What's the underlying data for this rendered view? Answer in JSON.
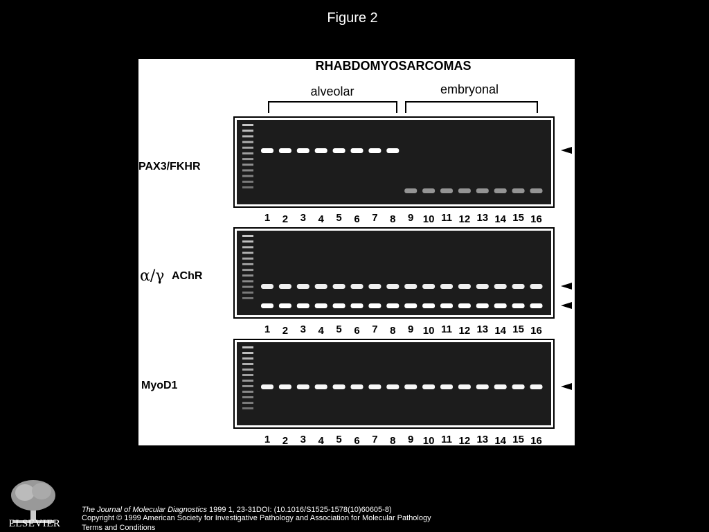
{
  "figure_title": "Figure 2",
  "figure": {
    "heading": "RHABDOMYOSARCOMAS",
    "groups": [
      {
        "label": "alveolar",
        "lanes": [
          1,
          8
        ]
      },
      {
        "label": "embryonal",
        "lanes": [
          9,
          16
        ]
      }
    ],
    "lane_labels": [
      "1",
      "2",
      "3",
      "4",
      "5",
      "6",
      "7",
      "8",
      "9",
      "10",
      "11",
      "12",
      "13",
      "14",
      "15",
      "16"
    ],
    "gels": [
      {
        "label": "PAX3/FKHR",
        "bands": [
          {
            "lanes": [
              1,
              2,
              3,
              4,
              5,
              6,
              7,
              8
            ],
            "intensity": 1.0,
            "arrow": true
          },
          {
            "lanes": [
              9,
              10,
              11,
              12,
              13,
              14,
              15,
              16
            ],
            "intensity": 0.35,
            "arrow": false
          }
        ]
      },
      {
        "greek": "α/γ",
        "label": "AChR",
        "bands": [
          {
            "lanes": [
              1,
              2,
              3,
              4,
              5,
              6,
              7,
              8,
              9,
              10,
              11,
              12,
              13,
              14,
              15,
              16
            ],
            "intensity": 0.9,
            "arrow": true
          },
          {
            "lanes": [
              1,
              2,
              3,
              4,
              5,
              6,
              7,
              8,
              9,
              10,
              11,
              12,
              13,
              14,
              15,
              16
            ],
            "intensity": 1.0,
            "arrow": true
          }
        ]
      },
      {
        "label": "MyoD1",
        "bands": [
          {
            "lanes": [
              1,
              2,
              3,
              4,
              5,
              6,
              7,
              8,
              9,
              10,
              11,
              12,
              13,
              14,
              15,
              16
            ],
            "intensity": 0.95,
            "arrow": true
          }
        ]
      }
    ]
  },
  "logo_text": "ELSEVIER",
  "citation": {
    "journal": "The Journal of Molecular Diagnostics",
    "details": " 1999 1, 23-31DOI: (10.1016/S1525-1578(10)60605-8)"
  },
  "copyright": "Copyright © 1999 American Society for Investigative Pathology and Association for Molecular Pathology",
  "terms": "Terms and Conditions"
}
